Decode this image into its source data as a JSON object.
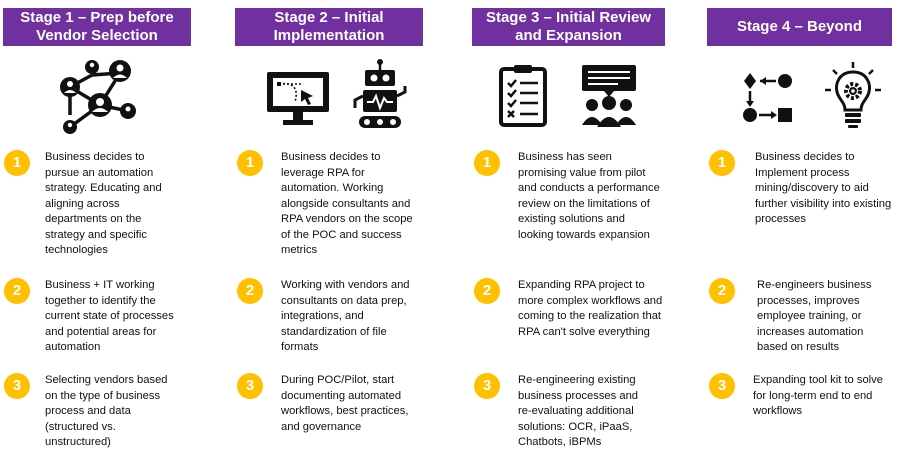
{
  "stages": [
    {
      "header": "Stage 1 – Prep before Vendor Selection",
      "steps": [
        {
          "num": "1",
          "text": "Business decides to pursue an automation strategy. Educating and aligning across departments on the strategy and specific technologies"
        },
        {
          "num": "2",
          "text": "Business + IT working together to identify the current state of processes and potential areas for automation"
        },
        {
          "num": "3",
          "text": "Selecting vendors based on the type of business process and data (structured vs. unstructured)"
        }
      ]
    },
    {
      "header": "Stage 2 – Initial Implementation",
      "steps": [
        {
          "num": "1",
          "text": "Business decides to leverage RPA for automation. Working alongside consultants and RPA vendors on the scope of the POC and success metrics"
        },
        {
          "num": "2",
          "text": "Working with vendors and consultants on data prep, integrations, and standardization of file formats"
        },
        {
          "num": "3",
          "text": "During POC/Pilot, start documenting automated workflows, best practices, and governance"
        }
      ]
    },
    {
      "header": "Stage 3 – Initial Review and Expansion",
      "steps": [
        {
          "num": "1",
          "text": "Business has seen promising value from pilot and conducts a performance review on the limitations of existing solutions and looking towards expansion"
        },
        {
          "num": "2",
          "text": "Expanding RPA project to more complex workflows and coming to the realization that RPA can't solve everything"
        },
        {
          "num": "3",
          "text": "Re-engineering existing business processes and re-evaluating additional solutions: OCR, iPaaS, Chatbots, iBPMs"
        }
      ]
    },
    {
      "header": "Stage 4 – Beyond",
      "steps": [
        {
          "num": "1",
          "text": "Business decides to Implement process mining/discovery to aid further visibility into existing processes"
        },
        {
          "num": "2",
          "text": "Re-engineers business processes, improves employee training, or increases automation based on results"
        },
        {
          "num": "3",
          "text": "Expanding tool kit to solve for long-term end to end workflows"
        }
      ]
    }
  ],
  "colors": {
    "header_bg": "#7030a0",
    "badge": "#ffc000",
    "icon": "#111111"
  },
  "icons": {
    "stage1": [
      "network-people-icon"
    ],
    "stage2": [
      "monitor-cursor-icon",
      "robot-icon"
    ],
    "stage3": [
      "checklist-clipboard-icon",
      "presentation-audience-icon"
    ],
    "stage4": [
      "process-flow-icon",
      "lightbulb-gear-icon"
    ]
  }
}
